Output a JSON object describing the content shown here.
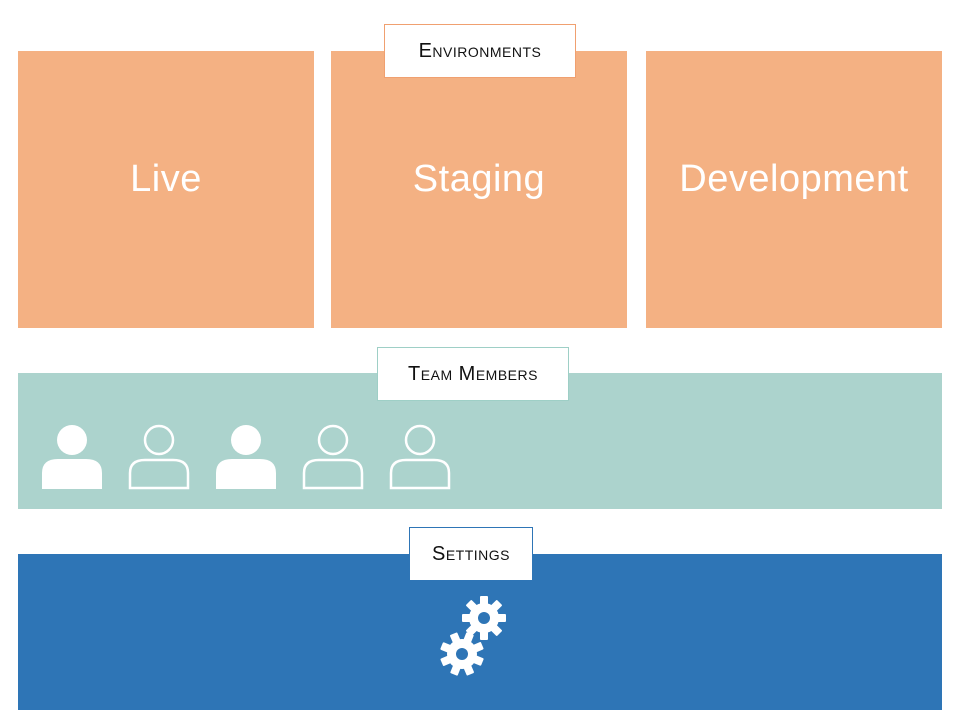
{
  "sections": {
    "environments_label": "Environments",
    "team_label": "Team Members",
    "settings_label": "Settings"
  },
  "environments": [
    {
      "name": "Live"
    },
    {
      "name": "Staging"
    },
    {
      "name": "Development"
    }
  ],
  "team_members": [
    {
      "icon": "person-filled-icon"
    },
    {
      "icon": "person-outline-icon"
    },
    {
      "icon": "person-filled-icon"
    },
    {
      "icon": "person-outline-icon"
    },
    {
      "icon": "person-outline-icon"
    }
  ],
  "settings_icon": "gears-icon",
  "colors": {
    "environment_box": "#f4b183",
    "team_panel": "#acd3cd",
    "settings_panel": "#2e75b6",
    "icon": "#ffffff"
  }
}
